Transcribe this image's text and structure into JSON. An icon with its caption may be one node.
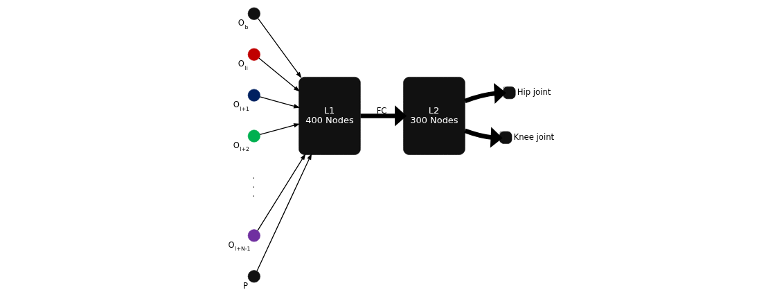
{
  "diagram": {
    "nodes": [
      {
        "text": [],
        "shape": "circle",
        "beside": [
          "O$_{b}$"
        ]
      },
      {
        "text": [],
        "shape": "circle",
        "beside": [
          "O$_{li}$"
        ]
      },
      {
        "text": [],
        "shape": "circle",
        "beside": [
          "O$_{l+1}$"
        ]
      },
      {
        "text": [],
        "shape": "circle",
        "beside": [
          "O$_{l+2}$"
        ]
      },
      {
        "text": [],
        "shape": "circle",
        "beside": [
          "O$_{l+N-1}$"
        ]
      },
      {
        "text": [],
        "shape": "circle",
        "beside": [
          "P"
        ]
      },
      {
        "text": [
          "L1",
          "400 Nodes"
        ]
      },
      {
        "text": [
          "L2",
          "300 Nodes"
        ]
      },
      {
        "text": [],
        "shape": "circle",
        "beside": [
          "Hip joint"
        ]
      },
      {
        "text": [],
        "shape": "circle",
        "beside": [
          "Knee joint"
        ]
      }
    ],
    "edges": [
      {
        "from": 0,
        "to": 6,
        "arrow": "to"
      },
      {
        "from": 1,
        "to": 6,
        "arrow": "to"
      },
      {
        "from": 2,
        "to": 6,
        "arrow": "to"
      },
      {
        "from": 3,
        "to": 6,
        "arrow": "to"
      },
      {
        "from": 4,
        "to": 6,
        "arrow": "to"
      },
      {
        "from": 5,
        "to": 6,
        "arrow": "to"
      },
      {
        "from": 6,
        "to": 7,
        "arrow": "to",
        "label": "FC",
        "style": "thick"
      },
      {
        "from": 7,
        "to": 8,
        "arrow": "to",
        "style": "thick"
      },
      {
        "from": 7,
        "to": 9,
        "arrow": "to",
        "style": "thick"
      }
    ],
    "labels": [
      ".",
      ".",
      "."
    ]
  }
}
